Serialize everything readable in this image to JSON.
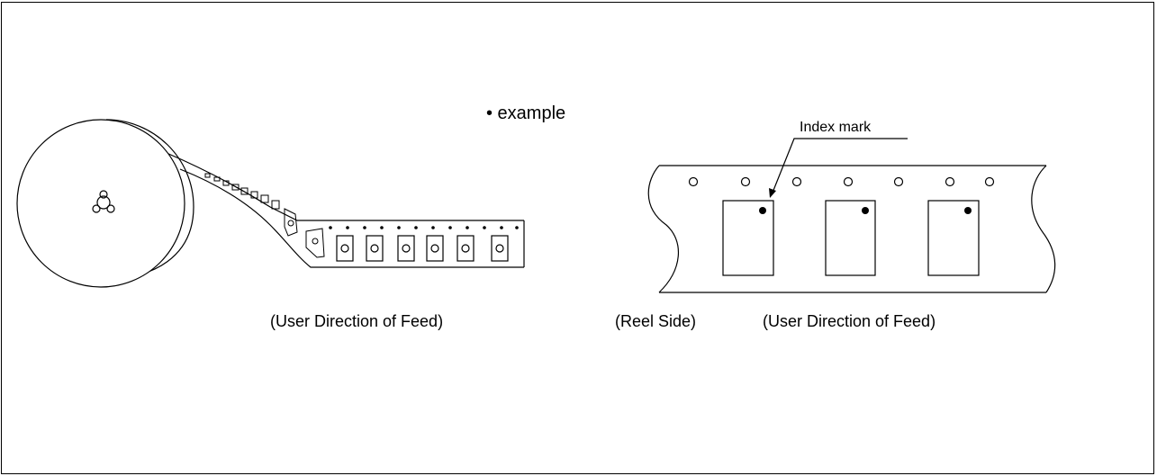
{
  "bullet_label": "• example",
  "index_mark_label": "Index mark",
  "left_caption": "(User Direction of Feed)",
  "reel_side_caption": "(Reel Side)",
  "right_caption": "(User Direction of Feed)",
  "colors": {
    "stroke": "#000000",
    "background": "#ffffff"
  }
}
